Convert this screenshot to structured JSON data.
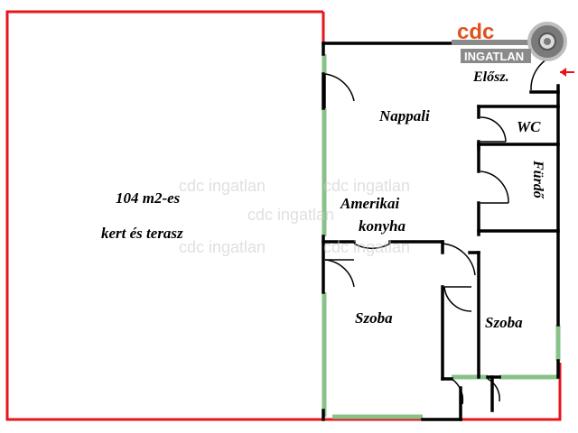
{
  "garden": {
    "line1": "104 m2-es",
    "line2": "kert és terasz"
  },
  "rooms": {
    "nappali": "Nappali",
    "amerikai_line1": "Amerikai",
    "amerikai_line2": "konyha",
    "szoba_left": "Szoba",
    "szoba_right": "Szoba",
    "wc": "WC",
    "furdo": "Fürdő",
    "eloszoba": "Elősz."
  },
  "watermark": {
    "text": "cdc ingatlan"
  },
  "logo": {
    "brand": "cdc",
    "sub": "INGATLAN"
  },
  "colors": {
    "garden_border": "#e8141b",
    "wall": "#000000",
    "window": "#88c28a",
    "logo_orange": "#e0521a",
    "entrance_arrow": "#e8141b"
  },
  "icons": {
    "entrance": "entrance-arrow-icon",
    "logo_key": "key-icon"
  }
}
